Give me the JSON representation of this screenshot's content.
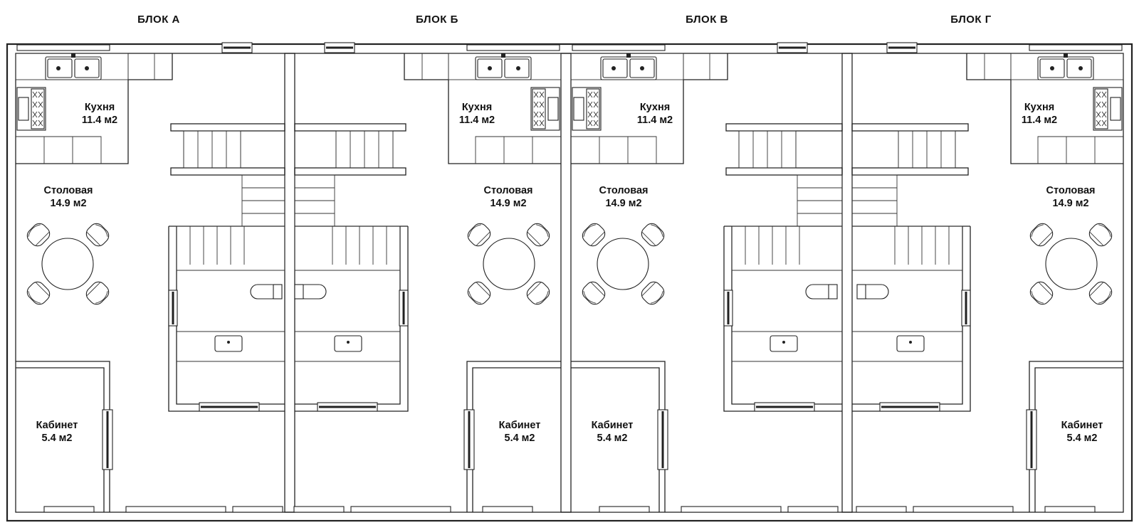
{
  "blocks": [
    {
      "id": "a",
      "title": "БЛОК А",
      "mirrored": false
    },
    {
      "id": "b",
      "title": "БЛОК Б",
      "mirrored": true
    },
    {
      "id": "v",
      "title": "БЛОК В",
      "mirrored": false
    },
    {
      "id": "g",
      "title": "БЛОК Г",
      "mirrored": true
    }
  ],
  "rooms": {
    "kitchen": {
      "name": "Кухня",
      "area": "11.4 м2"
    },
    "dining": {
      "name": "Столовая",
      "area": "14.9 м2"
    },
    "study": {
      "name": "Кабинет",
      "area": "5.4 м2"
    }
  },
  "colors": {
    "line": "#222222",
    "background": "#ffffff"
  }
}
